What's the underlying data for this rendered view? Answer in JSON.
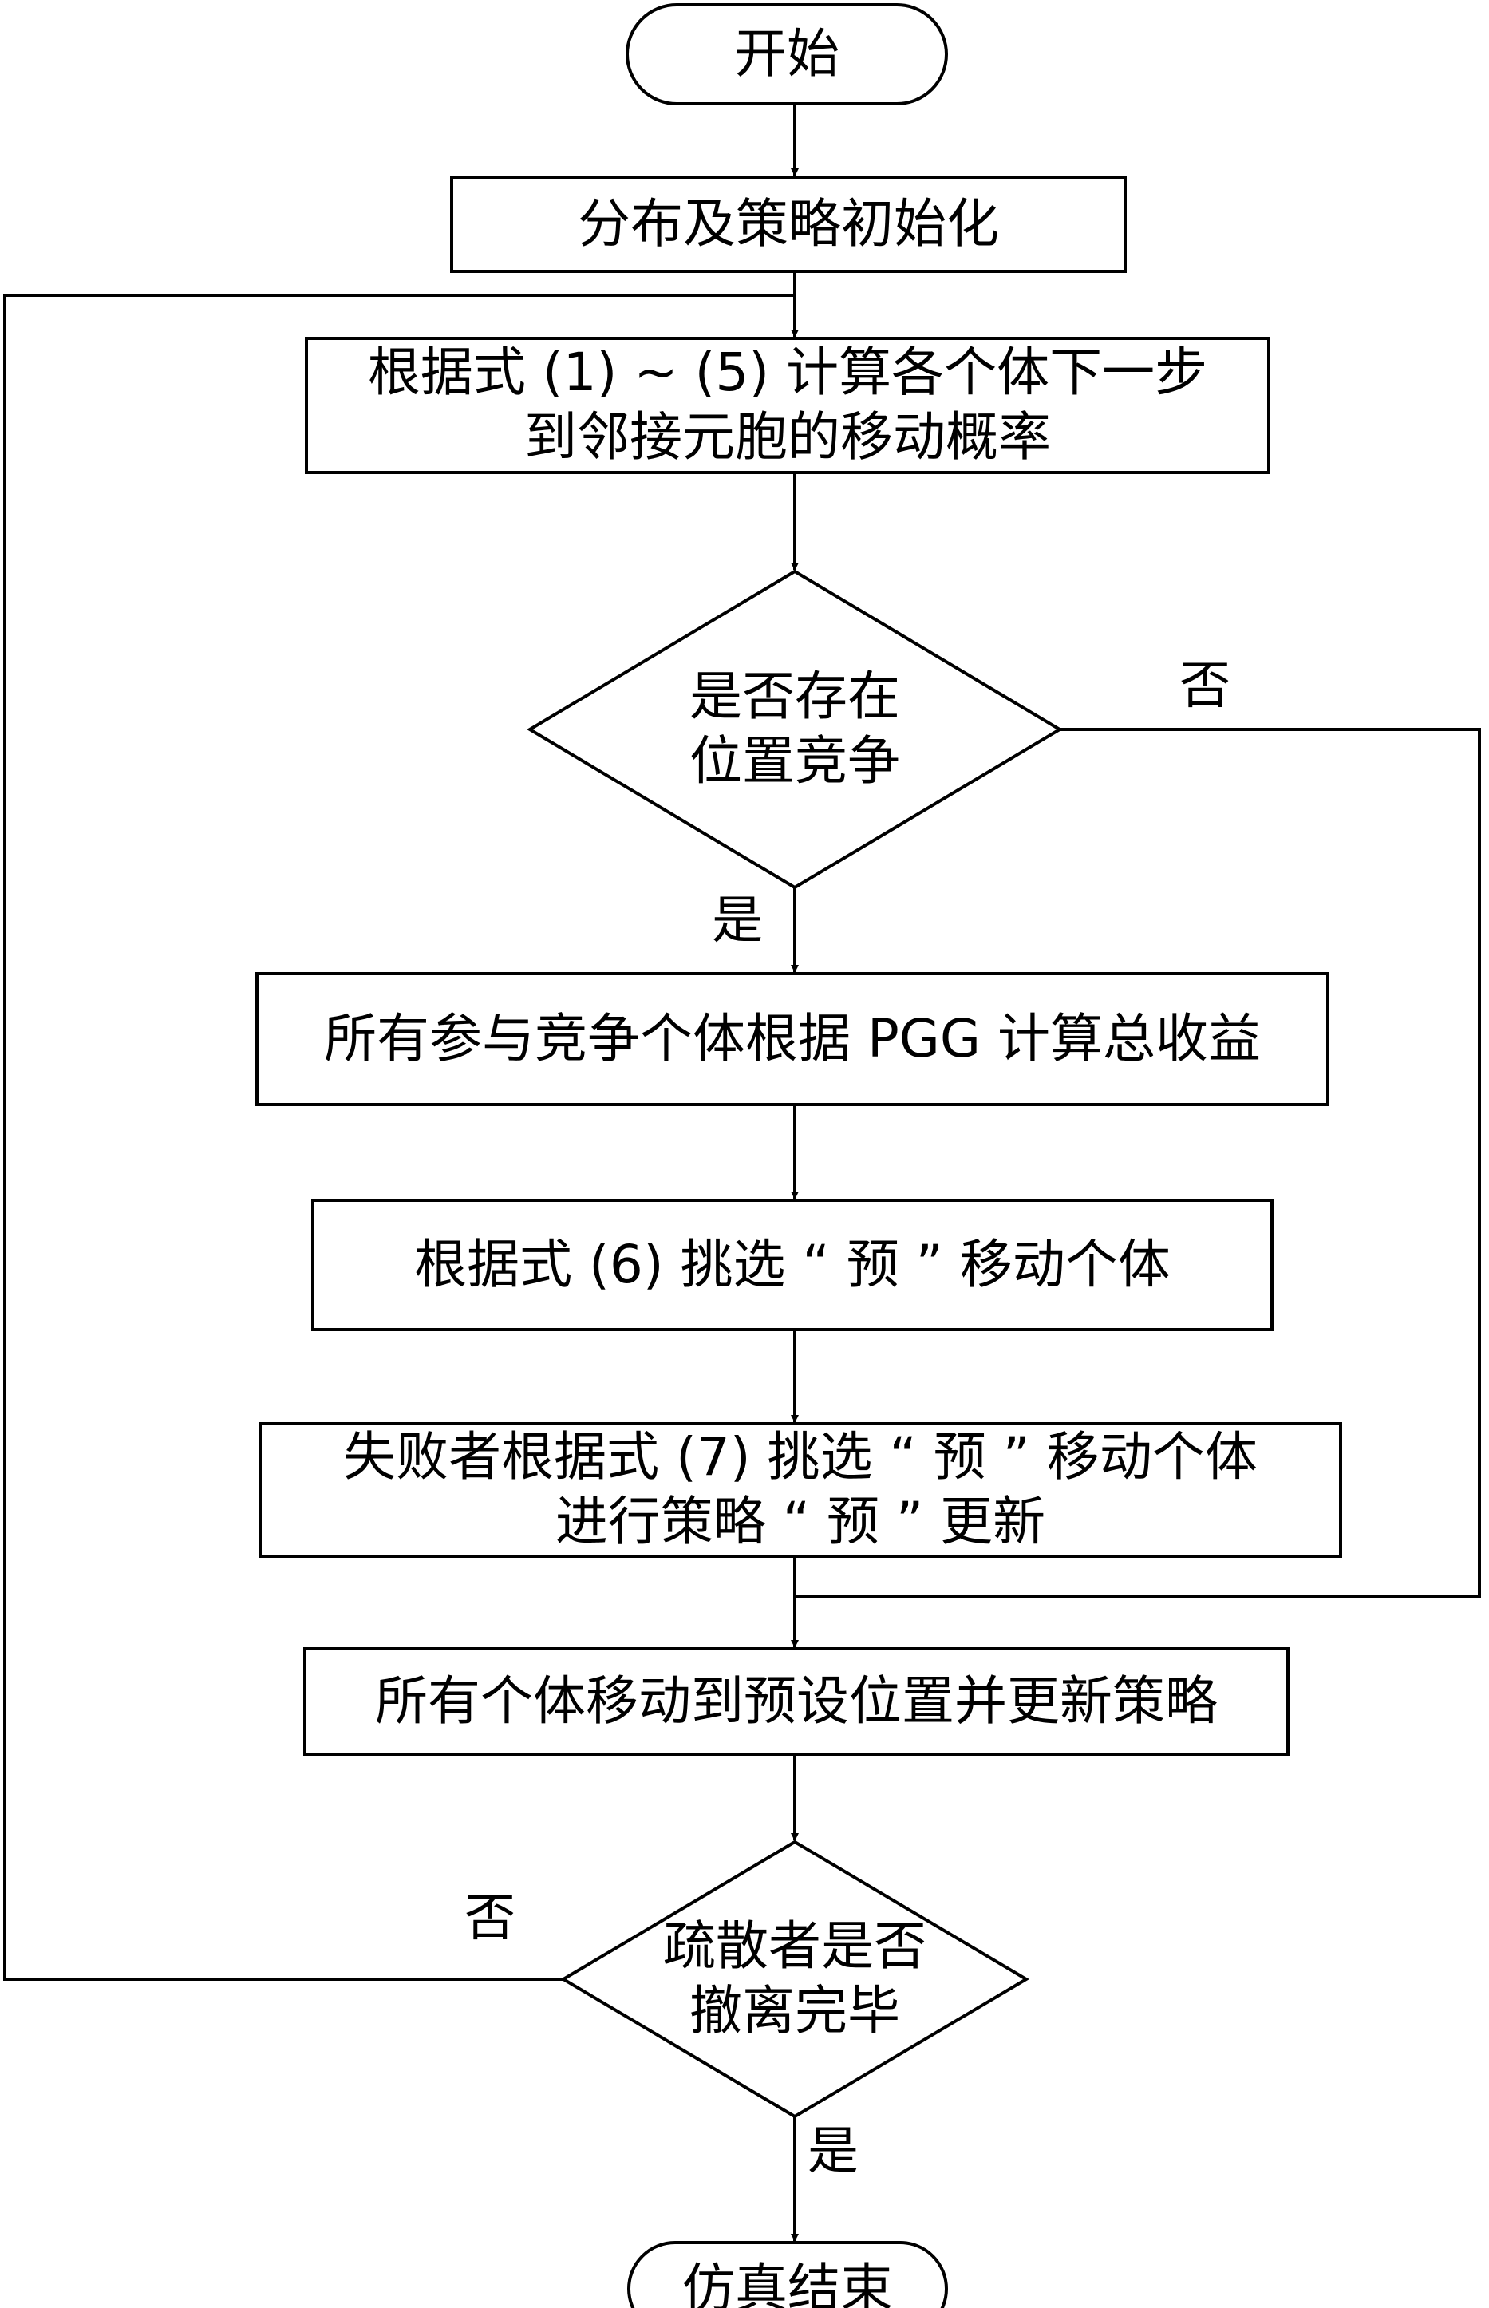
{
  "nodes": {
    "start": "开始",
    "init": "分布及策略初始化",
    "calc_prob": [
      "根据式 (1) ~ (5) 计算各个体下一步",
      "到邻接元胞的移动概率"
    ],
    "conflict": [
      "是否存在",
      "位置竞争"
    ],
    "pgg": "所有参与竞争个体根据 PGG 计算总收益",
    "select": "根据式 (6) 挑选 “ 预 ” 移动个体",
    "loser_update": [
      "失败者根据式 (7) 挑选 “ 预 ” 移动个体",
      "进行策略 “ 预 ” 更新"
    ],
    "move_all": "所有个体移动到预设位置并更新策略",
    "evac_done": [
      "疏散者是否",
      "撤离完毕"
    ],
    "end": "仿真结束"
  },
  "edge_labels": {
    "conflict_no": "否",
    "conflict_yes": "是",
    "evac_no": "否",
    "evac_yes": "是"
  }
}
